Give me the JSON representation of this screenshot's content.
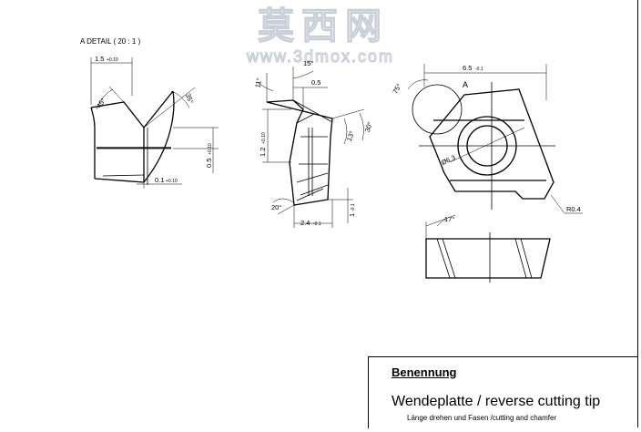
{
  "detail_label": "A DETAIL ( 20 : 1 )",
  "view_label": "A",
  "watermark": {
    "chinese": "莫西网",
    "url": "www.3dmox.com"
  },
  "dimensions": {
    "detail_width": "1.5",
    "detail_width_tol": "+0.10",
    "angle_45": "45°",
    "angle_35": "35°",
    "height_05": "0.5",
    "height_05_tol": "+0.10",
    "width_01": "0.1",
    "width_01_tol": "+0.10",
    "angle_15": "15°",
    "angle_11": "11°",
    "top_05": "0.5",
    "height_12": "1.2",
    "height_12_tol": "+0.10",
    "angle_13": "13°",
    "angle_30": "30°",
    "angle_20": "20°",
    "thickness_24": "2.4",
    "thickness_24_tol": "-0.1",
    "small_11": "1",
    "small_11_tol": "-0.1",
    "length_65": "6.5",
    "length_65_tol": "-0.1",
    "angle_75": "75°",
    "hole_dia": "Ø6.3",
    "radius": "R0.4",
    "angle_17": "17°"
  },
  "title_block": {
    "label": "Benennung",
    "title": "Wendeplatte / reverse cutting tip",
    "subtitle": "Länge drehen und Fasen /cutting and chamfer"
  }
}
